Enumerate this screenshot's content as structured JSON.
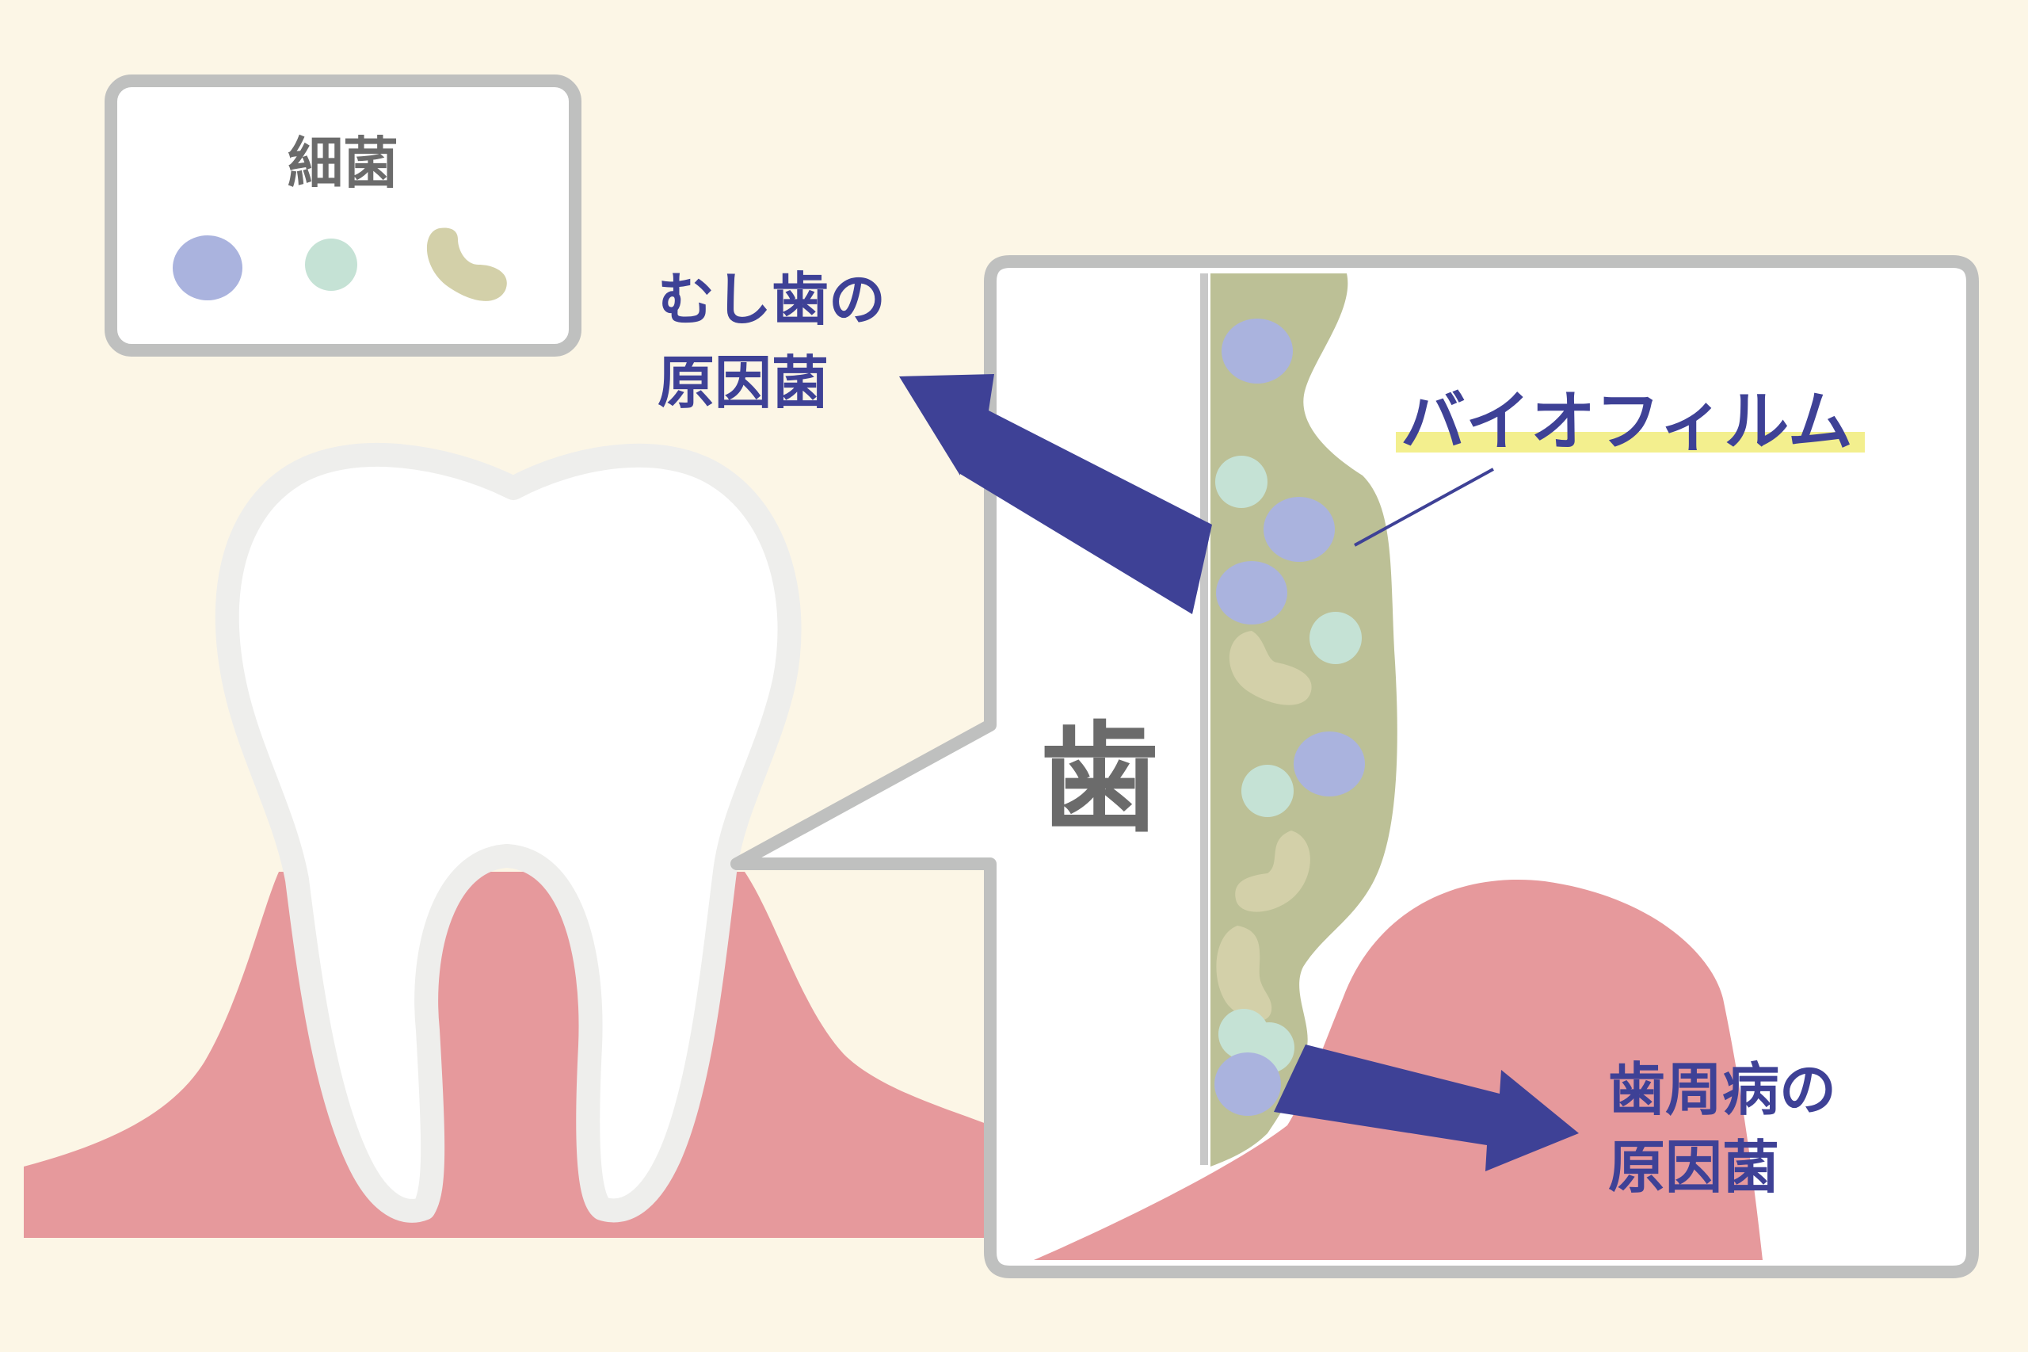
{
  "legend": {
    "title": "細菌",
    "bacteria_icons": [
      "blue-round-bacterium-icon",
      "green-round-bacterium-icon",
      "bean-shaped-bacterium-icon"
    ]
  },
  "labels": {
    "caries": [
      "むし歯の",
      "原因菌"
    ],
    "biofilm": "バイオフィルム",
    "tooth": "歯",
    "periodontal": [
      "歯周病の",
      "原因菌"
    ]
  },
  "colors": {
    "background": "#fcf6e6",
    "gum": "#e6999c",
    "tooth_outline": "#eeeeec",
    "frame": "#bfc0bf",
    "biofilm": "#bcc096",
    "bacteria_blue": "#aab3de",
    "bacteria_green": "#c5e2d5",
    "bacteria_bean": "#d3d0a9",
    "arrow": "#3e4196",
    "label_gray": "#6b6b6b",
    "highlight": "#f3ef8e"
  }
}
